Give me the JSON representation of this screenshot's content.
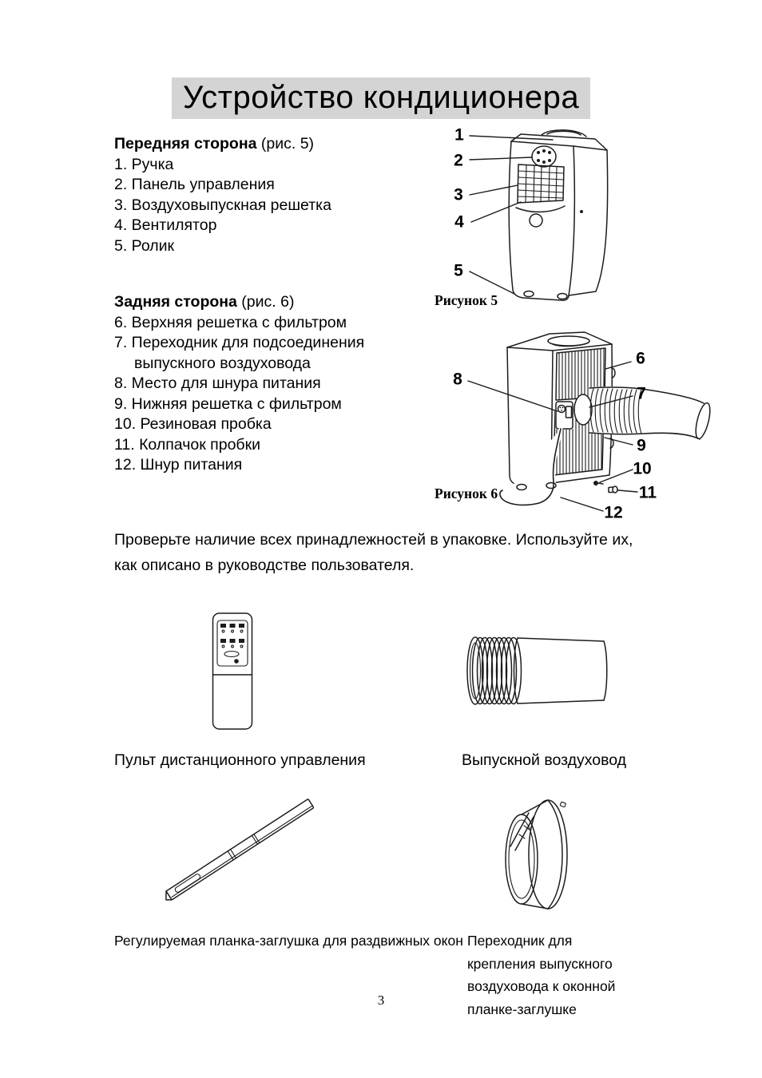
{
  "page": {
    "title": "Устройство кондиционера",
    "page_number": "3"
  },
  "front_section": {
    "heading": "Передняя сторона",
    "heading_suffix": " (рис. 5)",
    "items": [
      "1. Ручка",
      "2. Панель управления",
      "3. Воздуховыпускная решетка",
      "4. Вентилятор",
      "5. Ролик"
    ]
  },
  "back_section": {
    "heading": "Задняя сторона",
    "heading_suffix": " (рис. 6)",
    "items": [
      "6. Верхняя решетка с фильтром",
      "7. Переходник для подсоединения выпускного воздуховода",
      "8. Место для шнура питания",
      "9. Нижняя решетка с фильтром",
      "10. Резиновая пробка",
      "11. Колпачок пробки",
      "12. Шнур питания"
    ]
  },
  "figure5": {
    "label": "Рисунок 5",
    "callouts": [
      "1",
      "2",
      "3",
      "4",
      "5"
    ]
  },
  "figure6": {
    "label": "Рисунок 6",
    "callouts": [
      "6",
      "7",
      "8",
      "9",
      "10",
      "11",
      "12"
    ]
  },
  "note": "Проверьте наличие всех принадлежностей в упаковке. Используйте их, как описано в руководстве пользователя.",
  "accessories": {
    "remote_caption": "Пульт дистанционного управления",
    "duct_caption": "Выпускной воздуховод",
    "slidebar_caption": "Регулируемая планка-заглушка для раздвижных окон",
    "adapter_caption": "Переходник для крепления выпускного воздуховода к оконной планке-заглушке"
  }
}
